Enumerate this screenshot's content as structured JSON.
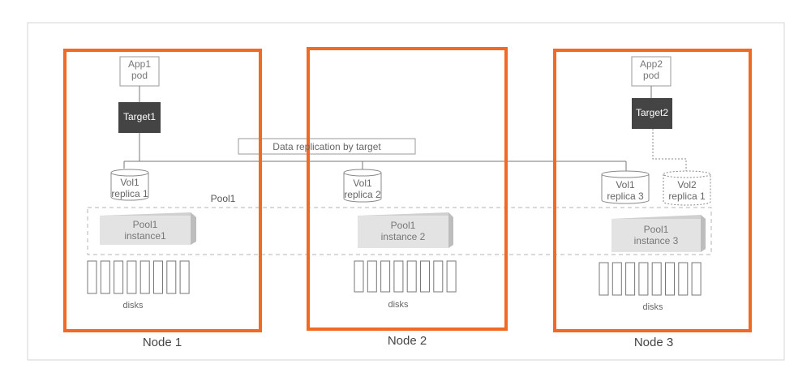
{
  "nodes": [
    {
      "label": "Node 1"
    },
    {
      "label": "Node 2"
    },
    {
      "label": "Node 3"
    }
  ],
  "pods": [
    {
      "line1": "App1",
      "line2": "pod"
    },
    {
      "line1": "App2",
      "line2": "pod"
    }
  ],
  "targets": [
    {
      "label": "Target1"
    },
    {
      "label": "Target2"
    }
  ],
  "replication_label": "Data replication by target",
  "pool_label": "Pool1",
  "volumes": [
    {
      "line1": "Vol1",
      "line2": "replica 1"
    },
    {
      "line1": "Vol1",
      "line2": "replica 2"
    },
    {
      "line1": "Vol1",
      "line2": "replica 3"
    },
    {
      "line1": "Vol2",
      "line2": "replica 1"
    }
  ],
  "pool_instances": [
    {
      "line1": "Pool1",
      "line2": "instance1"
    },
    {
      "line1": "Pool1",
      "line2": "instance 2"
    },
    {
      "line1": "Pool1",
      "line2": "instance 3"
    }
  ],
  "disks_label": "disks",
  "colors": {
    "node_border": "#f06a24",
    "target_fill": "#444444",
    "instance_fill": "#e3e3e3",
    "line": "#7a7a7a"
  }
}
